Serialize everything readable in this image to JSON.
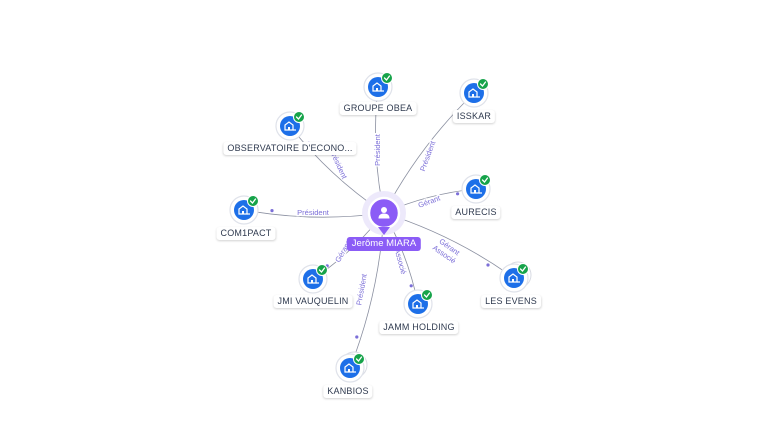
{
  "center": {
    "name": "Jerôme MIARA",
    "icon": "person-icon",
    "color": "#8b5cf6"
  },
  "node_icon": "building-icon",
  "verified_icon": "check-icon",
  "colors": {
    "node": "#1d6fe8",
    "verified": "#16a34a",
    "edge": "#8a8fa0",
    "edge_label": "#7c6fd8"
  },
  "companies": [
    {
      "name": "GROUPE OBEA",
      "relation": "Président"
    },
    {
      "name": "ISSKAR",
      "relation": "Président"
    },
    {
      "name": "OBSERVATOIRE D'ECONO...",
      "relation": "Président"
    },
    {
      "name": "AURECIS",
      "relation": "Gérant"
    },
    {
      "name": "COM1PACT",
      "relation": "Président"
    },
    {
      "name": "LES EVENS",
      "relation": "Gérant Associé"
    },
    {
      "name": "JMI VAUQUELIN",
      "relation": "Gérant"
    },
    {
      "name": "JAMM HOLDING",
      "relation": "Associé"
    },
    {
      "name": "KANBIOS",
      "relation": "Président"
    }
  ]
}
